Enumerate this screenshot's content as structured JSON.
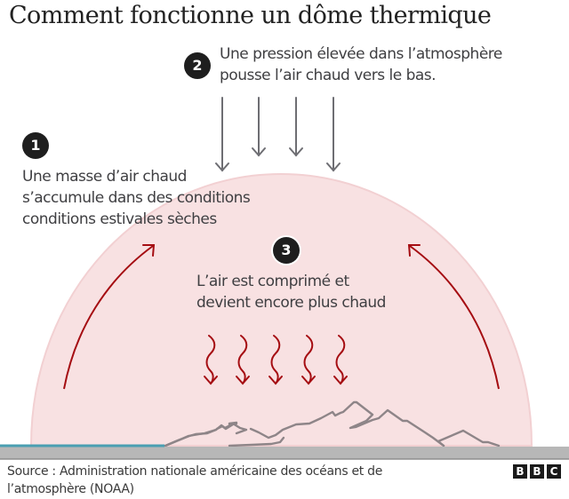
{
  "title": "Comment fonctionne un dôme thermique",
  "steps": [
    {
      "number": "1",
      "lines": [
        "Une masse d’air chaud",
        "s’accumule dans des conditions",
        "conditions estivales sèches"
      ]
    },
    {
      "number": "2",
      "lines": [
        "Une pression élevée dans l’atmosphère",
        "pousse l’air chaud vers le bas."
      ]
    },
    {
      "number": "3",
      "lines": [
        "L’air est comprimé et",
        "devient encore plus chaud"
      ]
    }
  ],
  "icons": {
    "pressure_arrows": "arrow-down-icon x4",
    "heat_arrows": "wavy-arrow-down-icon x5",
    "circulation_arrows": "curved-arrow-icon x2",
    "mountains": "mountain-outline"
  },
  "colors": {
    "dome_fill": "#f8e1e2",
    "dome_edge": "#f2d0d2",
    "heat_red": "#a50d12",
    "pressure_grey": "#6e6e73",
    "mountain_grey": "#8e8588",
    "water_blue": "#4a9fb2",
    "ground_grey": "#b7b7b7"
  },
  "footer": {
    "source_line1": "Source : Administration nationale américaine des océans et de",
    "source_line2": "l’atmosphère (NOAA)",
    "logo": [
      "B",
      "B",
      "C"
    ]
  }
}
